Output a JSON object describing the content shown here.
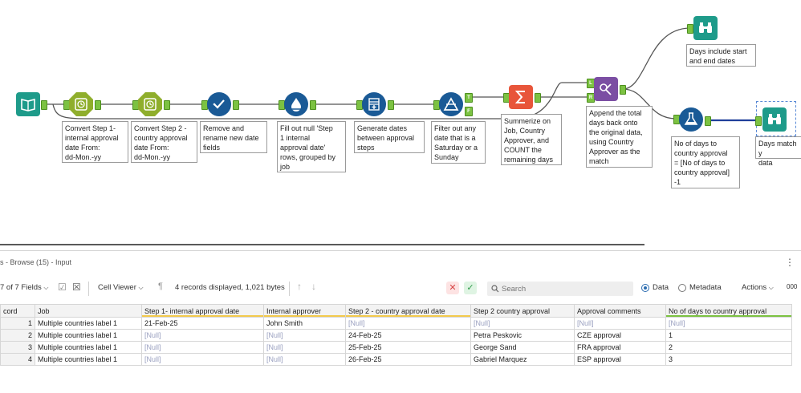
{
  "canvas": {
    "annotations": {
      "convert1": "Convert Step 1-\ninternal approval\ndate From:\ndd-Mon.-yy",
      "convert2": "Convert Step 2 -\ncountry approval\ndate From:\ndd-Mon.-yy",
      "select": "Remove and\nrename new date\nfields",
      "multirow": "Fill out null 'Step\n1 internal\napproval date'\nrows, grouped by\njob",
      "generate": "Generate dates\nbetween approval\nsteps",
      "filter": "Filter out any\ndate that is a\nSaturday or a\nSunday",
      "summarize": "Summerize on\nJob, Country\nApprover, and\nCOUNT the\nremaining days",
      "join": "Append the total\ndays back onto\nthe original data,\nusing Country\nApprover as the\nmatch",
      "browse_top": "Days include start\nand end dates",
      "formula": "No of days to\ncountry approval\n= [No of days to\ncountry approval]\n-1",
      "browse_right": "Days match y\ndata"
    },
    "anchor_labels": {
      "true": "T",
      "false": "F",
      "left": "L",
      "right": "R"
    },
    "colors": {
      "wire": "#555555",
      "wire_selected": "#1f3f9a",
      "anchor": "#7cc242",
      "input": "#1e9b8a",
      "datetime": "#8fae2c",
      "select": "#1a5a96",
      "multirow": "#1a5a96",
      "generate": "#1a5a96",
      "filter": "#1a5a96",
      "summarize": "#e8553a",
      "join": "#7b4ea3",
      "formula": "#1a5a96",
      "browse": "#1e9b8a"
    }
  },
  "results": {
    "title": "s - Browse (15) - Input",
    "toolbar": {
      "fields": "7 of 7 Fields",
      "cell_viewer": "Cell Viewer",
      "records_info": "4 records displayed, 1,021 bytes",
      "search_placeholder": "Search",
      "data_label": "Data",
      "metadata_label": "Metadata",
      "actions_label": "Actions",
      "more": "000"
    },
    "columns": [
      "cord",
      "Job",
      "Step 1- internal approval date",
      "Internal approver",
      "Step 2 - country approval date",
      "Step 2 country approval",
      "Approval comments",
      "No of days to country approval"
    ],
    "rows": [
      [
        "1",
        "Multiple countries label 1",
        "21-Feb-25",
        "John Smith",
        "[Null]",
        "[Null]",
        "[Null]",
        "[Null]"
      ],
      [
        "2",
        "Multiple countries label 1",
        "[Null]",
        "[Null]",
        "24-Feb-25",
        "Petra Peskovic",
        "CZE approval",
        "1"
      ],
      [
        "3",
        "Multiple countries label 1",
        "[Null]",
        "[Null]",
        "25-Feb-25",
        "George Sand",
        "FRA approval",
        "2"
      ],
      [
        "4",
        "Multiple countries label 1",
        "[Null]",
        "[Null]",
        "26-Feb-25",
        "Gabriel Marquez",
        "ESP approval",
        "3"
      ]
    ]
  }
}
